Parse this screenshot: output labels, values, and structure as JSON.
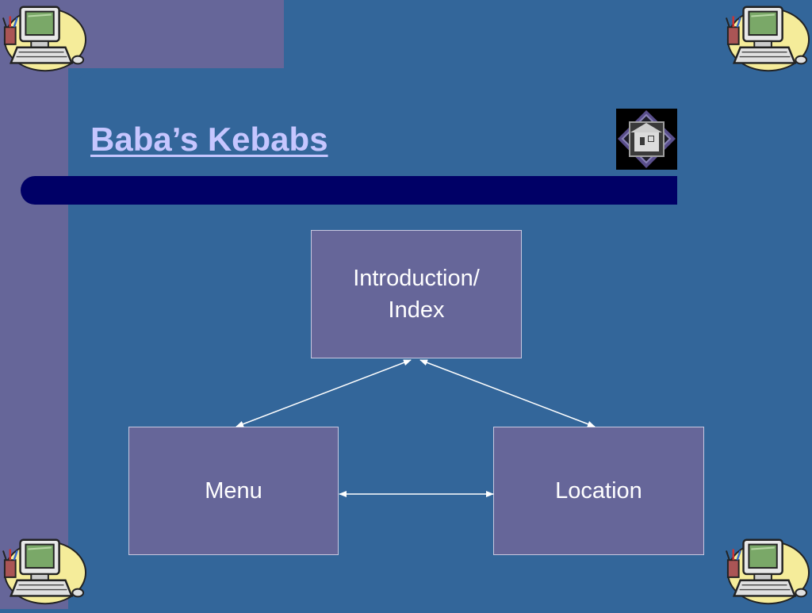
{
  "slide": {
    "title": "Baba’s Kebabs"
  },
  "diagram": {
    "nodes": [
      {
        "id": "intro",
        "label": "Introduction/\nIndex"
      },
      {
        "id": "menu",
        "label": "Menu"
      },
      {
        "id": "location",
        "label": "Location"
      }
    ],
    "edges": [
      {
        "from": "intro",
        "to": "menu",
        "bidirectional": true
      },
      {
        "from": "intro",
        "to": "location",
        "bidirectional": true
      },
      {
        "from": "menu",
        "to": "location",
        "bidirectional": true
      }
    ]
  },
  "icons": [
    "computer-clipart-icon",
    "computer-clipart-icon",
    "computer-clipart-icon",
    "computer-clipart-icon",
    "home-logo-icon"
  ],
  "colors": {
    "background": "#33669a",
    "side_band": "#666699",
    "title_bar": "#000066",
    "title_text": "#c6c6ff",
    "box_fill": "#666699",
    "box_text": "#ffffff"
  }
}
